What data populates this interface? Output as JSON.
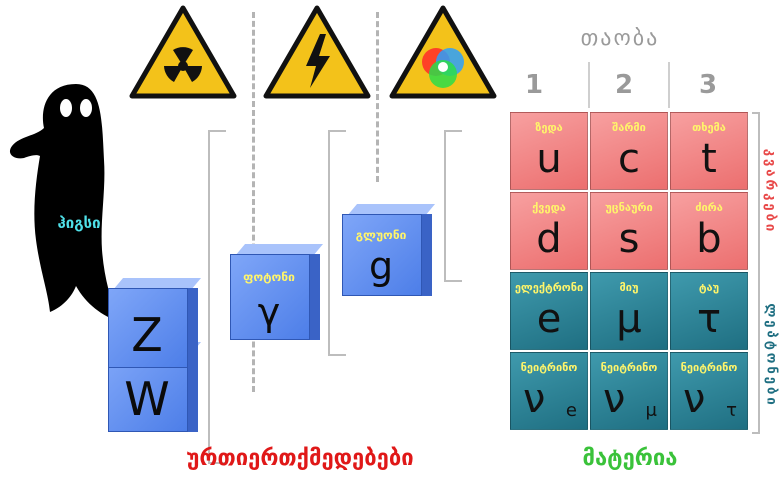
{
  "header": {
    "generation_title": "თაობა",
    "generations": [
      "1",
      "2",
      "3"
    ]
  },
  "warnings": [
    "radiation-hazard-icon",
    "high-voltage-icon",
    "color-charge-icon"
  ],
  "higgs": {
    "label": "ჰიგსი"
  },
  "bosons": {
    "z": {
      "symbol": "Z"
    },
    "w": {
      "symbol": "W"
    },
    "photon": {
      "name": "ფოტონი",
      "symbol": "γ"
    },
    "gluon": {
      "name": "გლუონი",
      "symbol": "g"
    }
  },
  "quarks": [
    {
      "name": "ზედა",
      "symbol": "u"
    },
    {
      "name": "შარმი",
      "symbol": "c"
    },
    {
      "name": "თხემა",
      "symbol": "t"
    },
    {
      "name": "ქვედა",
      "symbol": "d"
    },
    {
      "name": "უცნაური",
      "symbol": "s"
    },
    {
      "name": "ძირა",
      "symbol": "b"
    }
  ],
  "leptons": [
    {
      "name": "ელექტრონი",
      "symbol": "e",
      "sub": ""
    },
    {
      "name": "მიუ",
      "symbol": "μ",
      "sub": ""
    },
    {
      "name": "ტაუ",
      "symbol": "τ",
      "sub": ""
    },
    {
      "name": "ნეიტრინო",
      "symbol": "ν",
      "sub": "e"
    },
    {
      "name": "ნეიტრინო",
      "symbol": "ν",
      "sub": "μ"
    },
    {
      "name": "ნეიტრინო",
      "symbol": "ν",
      "sub": "τ"
    }
  ],
  "side_labels": {
    "quarks": "კვარკები",
    "leptons": "ლეპტონები"
  },
  "bottom": {
    "interactions": "ურთიერთქმედებები",
    "matter": "მატერია"
  },
  "colors": {
    "quark": "#ec6f6f",
    "lepton": "#1f6f82",
    "boson": "#4d7ee8",
    "interactions": "#e01818",
    "matter": "#3ac23a",
    "name": "#fff56a"
  }
}
